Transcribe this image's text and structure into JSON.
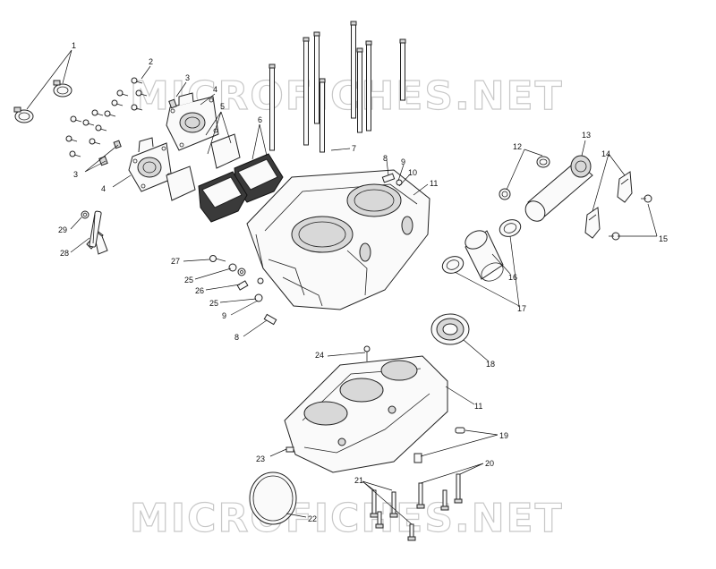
{
  "watermark": "MICROFICHES.NET",
  "labels": [
    {
      "id": "1a",
      "text": "1"
    },
    {
      "id": "2a",
      "text": "2"
    },
    {
      "id": "3a",
      "text": "3"
    },
    {
      "id": "3b",
      "text": "3"
    },
    {
      "id": "4a",
      "text": "4"
    },
    {
      "id": "4b",
      "text": "4"
    },
    {
      "id": "5a",
      "text": "5"
    },
    {
      "id": "6a",
      "text": "6"
    },
    {
      "id": "7a",
      "text": "7"
    },
    {
      "id": "8a",
      "text": "8"
    },
    {
      "id": "8b",
      "text": "8"
    },
    {
      "id": "9a",
      "text": "9"
    },
    {
      "id": "9b",
      "text": "9"
    },
    {
      "id": "10a",
      "text": "10"
    },
    {
      "id": "11a",
      "text": "11"
    },
    {
      "id": "11b",
      "text": "11"
    },
    {
      "id": "12a",
      "text": "12"
    },
    {
      "id": "13a",
      "text": "13"
    },
    {
      "id": "14a",
      "text": "14"
    },
    {
      "id": "15a",
      "text": "15"
    },
    {
      "id": "16a",
      "text": "16"
    },
    {
      "id": "17a",
      "text": "17"
    },
    {
      "id": "18a",
      "text": "18"
    },
    {
      "id": "19a",
      "text": "19"
    },
    {
      "id": "20a",
      "text": "20"
    },
    {
      "id": "21a",
      "text": "21"
    },
    {
      "id": "22a",
      "text": "22"
    },
    {
      "id": "23a",
      "text": "23"
    },
    {
      "id": "24a",
      "text": "24"
    },
    {
      "id": "25a",
      "text": "25"
    },
    {
      "id": "25b",
      "text": "25"
    },
    {
      "id": "26a",
      "text": "26"
    },
    {
      "id": "27a",
      "text": "27"
    },
    {
      "id": "28a",
      "text": "28"
    },
    {
      "id": "29a",
      "text": "29"
    }
  ]
}
